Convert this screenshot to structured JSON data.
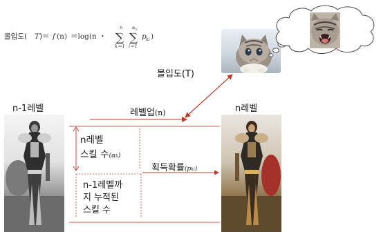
{
  "formula": {
    "lhs": "몰입도(",
    "T": "T",
    "eq1": ")＝",
    "f": "f",
    "paren_n": "(n)",
    "eq2": "＝log(n ・",
    "sum1_top": "n",
    "sum1_bottom": "k＝1",
    "sum2_top": "α",
    "sum2_top_sub": "k",
    "sum2_bottom": "i＝1",
    "p": "p",
    "p_sub": "ki",
    "close": ")"
  },
  "labels": {
    "immersion": "몰입도(T)",
    "prev_level": "n-1레벨",
    "level": "n레벨",
    "level_up": "레벨업",
    "level_up_arg": "(n)",
    "skill_line1": "n레벨",
    "skill_line2": "스킬 수",
    "skill_sym": "(α",
    "skill_sub": "k",
    "skill_close": ")",
    "prob": "획득확률",
    "prob_sym": "(p",
    "prob_sub": "ki",
    "prob_close": ")",
    "cum_line1": "n-1레벨까",
    "cum_line2": "지 누적된",
    "cum_line3": "스킬 수"
  },
  "colors": {
    "arrow": "#c0392b",
    "thin_line": "#d35a4a",
    "text": "#1a1a1a"
  }
}
